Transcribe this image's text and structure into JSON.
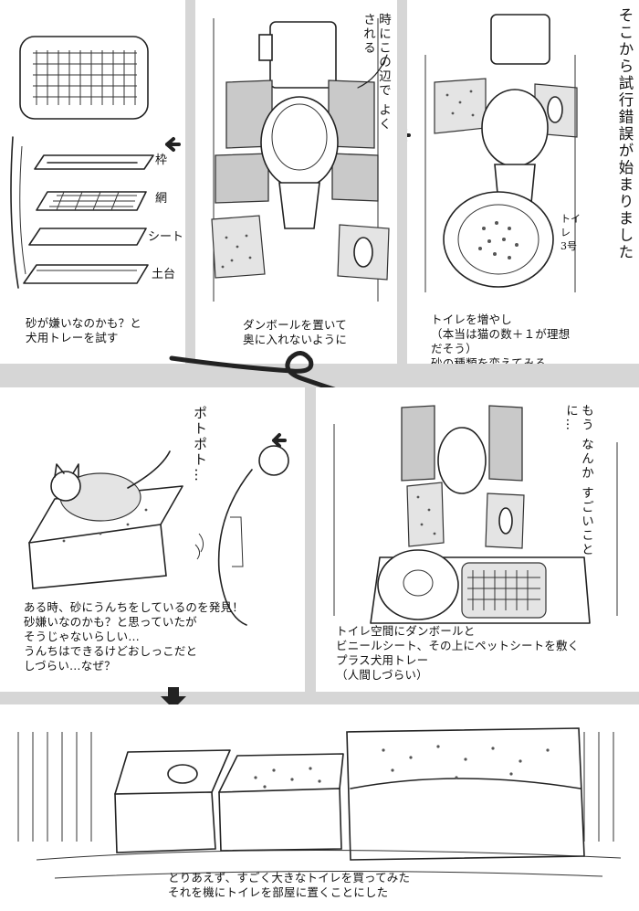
{
  "title": "そこから試行錯誤が始まりました",
  "panels": {
    "p1": {
      "caption": "砂が嫌いなのかも？と\n犬用トレーを試す",
      "labels": {
        "frame": "枠",
        "net": "網",
        "sheet": "シート",
        "base": "土台"
      }
    },
    "p2": {
      "caption": "ダンボールを置いて\n奥に入れないように",
      "note": "時にこの辺で\nよくされる"
    },
    "p3": {
      "caption": "トイレを増やし\n（本当は猫の数＋１が理想だそう）\n砂の種類を変えてみる",
      "label": "トイレ\n3号"
    },
    "p4": {
      "caption": "トイレ空間にダンボールと\nビニールシート、その上にペットシートを敷く\nプラス犬用トレー\n（人間しづらい）",
      "note": "もう なんか\nすごいことに…"
    },
    "p5": {
      "caption": "ある時、砂にうんちをしているのを発見！\n砂嫌いなのかも？と思っていたが\nそうじゃないらしい…\nうんちはできるけどおしっこだと\nしづらい…なぜ？",
      "sfx": "ポトポト…"
    },
    "p6": {
      "caption": "とりあえず、すごく大きなトイレを買ってみた\nそれを機にトイレを部屋に置くことにした"
    }
  },
  "colors": {
    "gutter": "#d6d6d6",
    "ink": "#222222",
    "tone": "#c9c9c9"
  }
}
